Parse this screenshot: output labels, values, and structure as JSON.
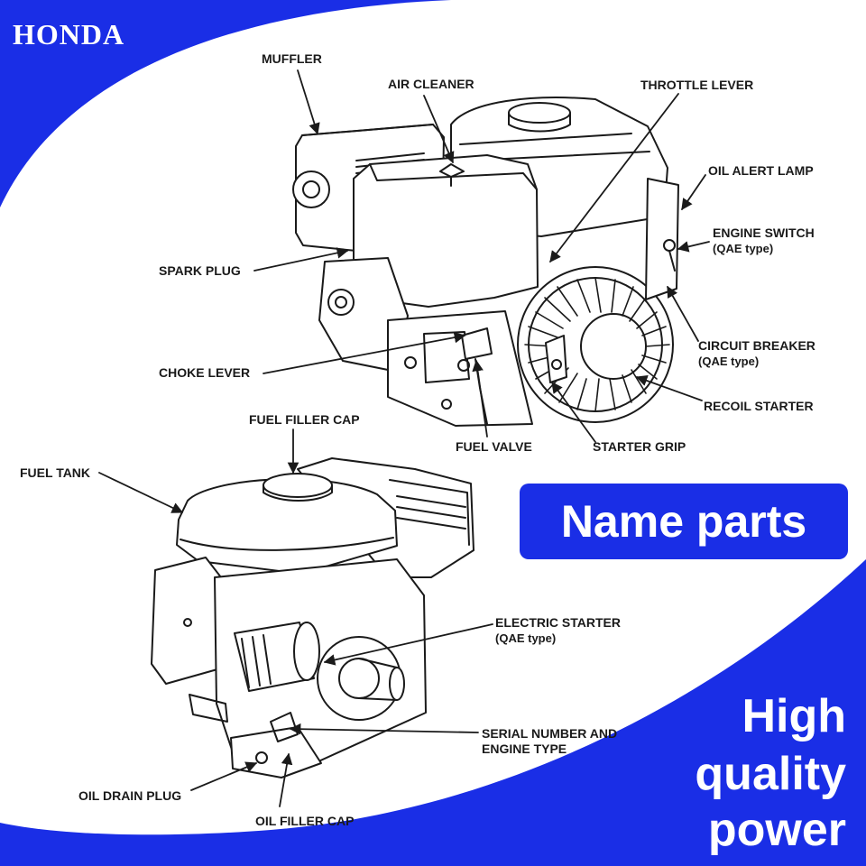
{
  "brand": {
    "name": "HONDA"
  },
  "colors": {
    "accent": "#1a2ee6",
    "ink": "#1a1a1a",
    "panel": "#ffffff"
  },
  "labels": {
    "muffler": "MUFFLER",
    "air_cleaner": "AIR CLEANER",
    "throttle_lever": "THROTTLE LEVER",
    "oil_alert_lamp": "OIL ALERT LAMP",
    "engine_switch": "ENGINE SWITCH",
    "engine_switch_note": "(QAE type)",
    "spark_plug": "SPARK PLUG",
    "circuit_breaker": "CIRCUIT BREAKER",
    "circuit_breaker_note": "(QAE type)",
    "choke_lever": "CHOKE LEVER",
    "recoil_starter": "RECOIL STARTER",
    "fuel_filler_cap": "FUEL FILLER CAP",
    "fuel_valve": "FUEL VALVE",
    "starter_grip": "STARTER GRIP",
    "fuel_tank": "FUEL TANK",
    "electric_starter": "ELECTRIC STARTER",
    "electric_starter_note": "(QAE type)",
    "serial_number": "SERIAL NUMBER AND",
    "serial_number_2": "ENGINE TYPE",
    "oil_drain_plug": "OIL DRAIN PLUG",
    "oil_filler_cap": "OIL FILLER CAP"
  },
  "badge": {
    "text": "Name parts"
  },
  "tagline": {
    "line1": "High",
    "line2": "quality",
    "line3": "power"
  }
}
